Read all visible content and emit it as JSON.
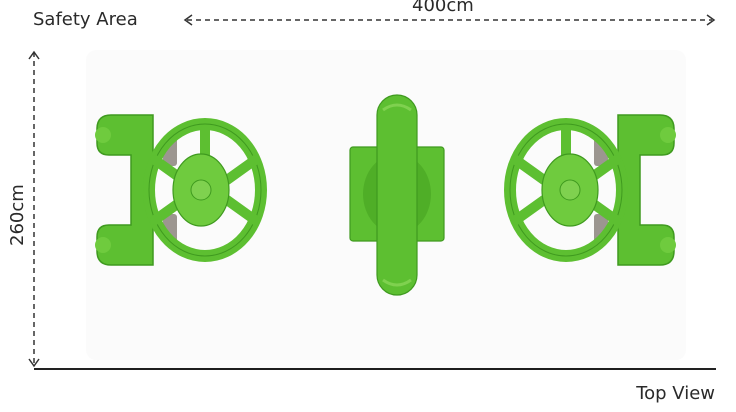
{
  "diagram": {
    "title": "Safety Area",
    "width_label": "400cm",
    "height_label": "260cm",
    "view_label": "Top View"
  },
  "colors": {
    "green": "#5dbf31",
    "green_dark": "#3f9a1f",
    "green_light": "#7fd14f",
    "metal": "#9c9690",
    "dimension_line": "#333333"
  },
  "icons": {
    "left_rider": "steering-wheel-seat-icon",
    "center_rider": "bar-seat-icon",
    "right_rider": "steering-wheel-seat-icon"
  }
}
